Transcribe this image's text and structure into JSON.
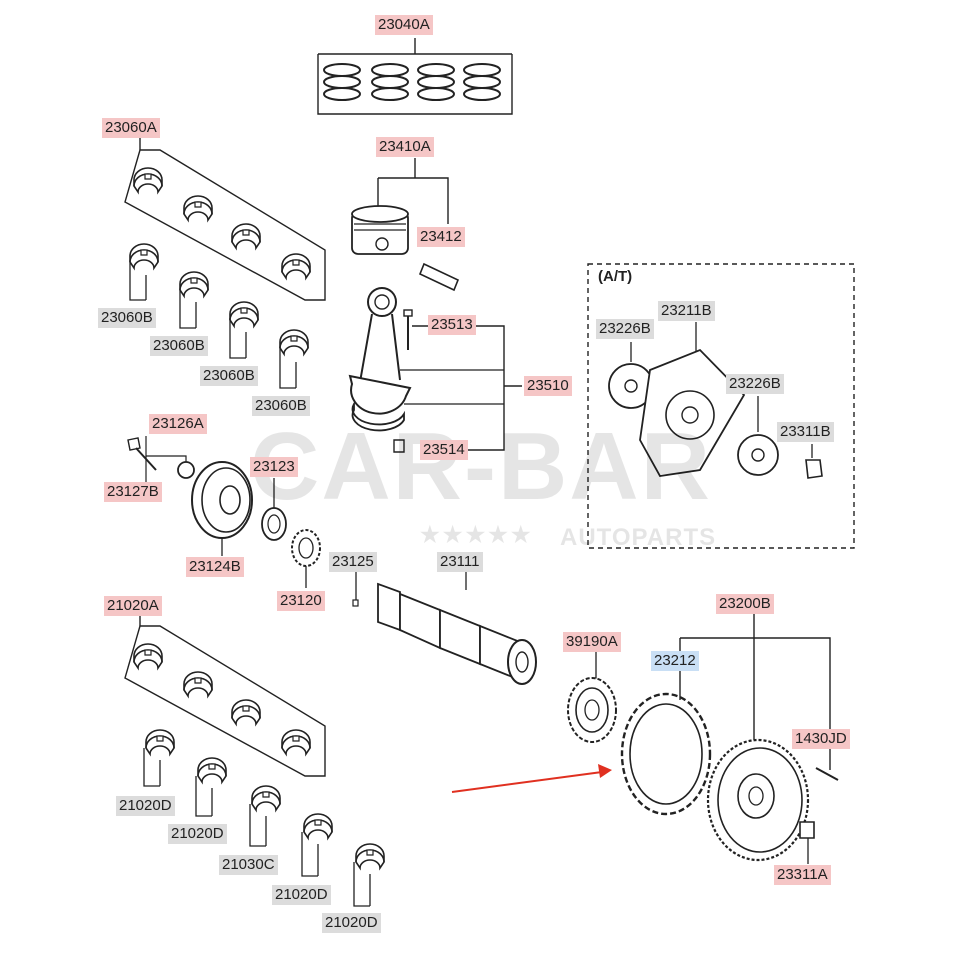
{
  "labels": {
    "p23040A": "23040A",
    "p23060A": "23060A",
    "p23060B": "23060B",
    "p23410A": "23410A",
    "p23412": "23412",
    "p23513": "23513",
    "p23510": "23510",
    "p23514": "23514",
    "p23126A": "23126A",
    "p23127B": "23127B",
    "p23123": "23123",
    "p23124B": "23124B",
    "p23120": "23120",
    "p23125": "23125",
    "p23111": "23111",
    "p21020A": "21020A",
    "p21020D": "21020D",
    "p21030C": "21030C",
    "p39190A": "39190A",
    "p23212": "23212",
    "p23200B": "23200B",
    "p1430JD": "1430JD",
    "p23311A": "23311A",
    "p23211B": "23211B",
    "p23226B": "23226B",
    "p23311B": "23311B"
  },
  "at_box_title": "(A/T)",
  "watermark": {
    "brand": "CAR-BAR",
    "stars": "★★★★★",
    "sub": "AUTOPARTS"
  },
  "colors": {
    "highlight_pink": "#f5c6c6",
    "highlight_gray": "#dcdcdc",
    "highlight_blue": "#c9dff5",
    "pointer_arrow": "#e03020"
  }
}
